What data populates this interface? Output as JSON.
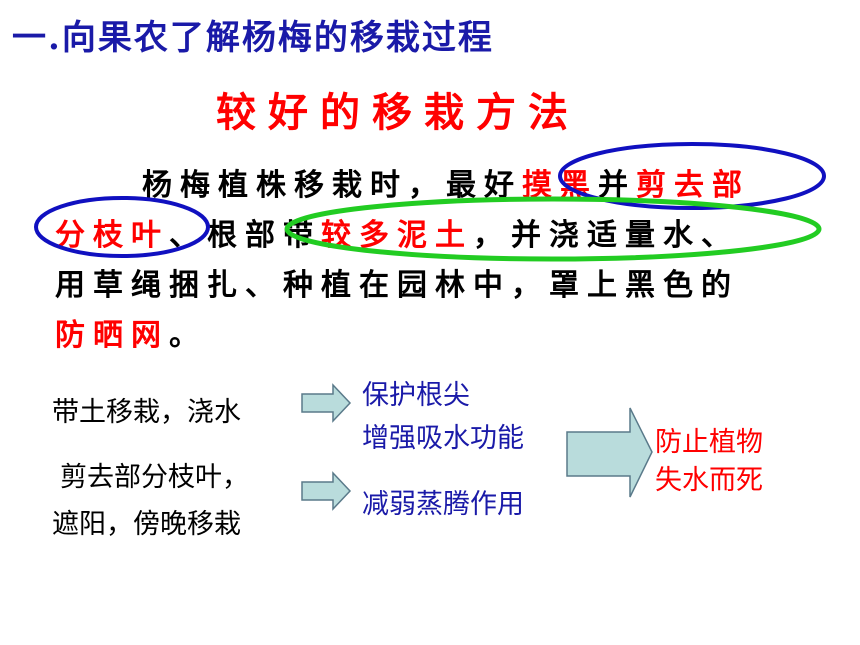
{
  "heading": "一.向果农了解杨梅的移栽过程",
  "subheading": "较好的移栽方法",
  "paragraph": {
    "l1_a": "杨梅植株移栽时，最好",
    "l1_red": "摸黑",
    "l1_b": "并",
    "l1_red2": "剪去部",
    "l2_red": "分枝叶",
    "l2_a": "、根部带",
    "l2_red2": "较多泥土",
    "l2_b": "，并浇适量水、",
    "l3": "用草绳捆扎、种植在园林中，罩上黑色的",
    "l4_red": "防晒网",
    "l4_a": "。"
  },
  "diagram": {
    "cause1": "带土移栽，浇水",
    "cause2_line1": "剪去部分枝叶，",
    "cause2_line2": "遮阳，傍晚移栽",
    "effect1_line1": "保护根尖",
    "effect1_line2": "增强吸水功能",
    "effect2": "减弱蒸腾作用",
    "result_line1": "防止植物",
    "result_line2": "失水而死"
  },
  "colors": {
    "blue": "#1a1aa8",
    "red": "#ff0000",
    "arrow_fill": "#b9dcdc",
    "green_ellipse": "#22cc22",
    "blue_ellipse": "#1010c0"
  }
}
